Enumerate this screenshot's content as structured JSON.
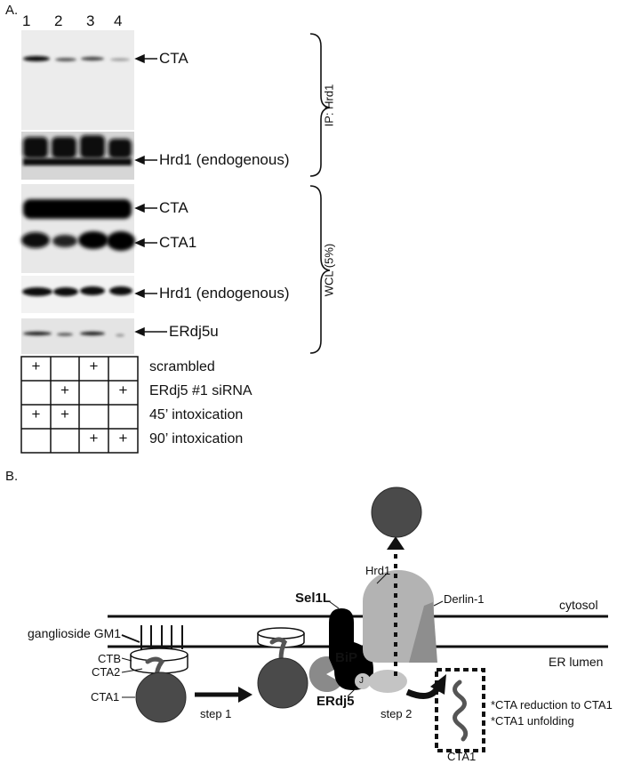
{
  "figure": {
    "panel_a_label": "A.",
    "panel_b_label": "B."
  },
  "panel_a": {
    "lane_numbers": [
      "1",
      "2",
      "3",
      "4"
    ],
    "blot_labels": {
      "cta_ip": "CTA",
      "hrd1_ip": "Hrd1 (endogenous)",
      "cta_wcl": "CTA",
      "cta1_wcl": "CTA1",
      "hrd1_wcl": "Hrd1 (endogenous)",
      "erdj5u": "ERdj5u"
    },
    "bracket_labels": {
      "ip": "IP: Hrd1",
      "wcl": "WCL (5%)"
    },
    "conditions": [
      {
        "label": "scrambled",
        "marks": [
          "+",
          "",
          "+",
          ""
        ]
      },
      {
        "label": "ERdj5 #1 siRNA",
        "marks": [
          "",
          "+",
          "",
          "+"
        ]
      },
      {
        "label": "45’ intoxication",
        "marks": [
          "+",
          "+",
          "",
          ""
        ]
      },
      {
        "label": "90’ intoxication",
        "marks": [
          "",
          "",
          "+",
          "+"
        ]
      }
    ]
  },
  "panel_b": {
    "labels": {
      "cytosol": "cytosol",
      "er_lumen": "ER lumen",
      "ganglioside": "ganglioside GM1",
      "ctb": "CTB",
      "cta2": "CTA2",
      "cta1_left": "CTA1",
      "hrd1": "Hrd1",
      "derlin": "Derlin-1",
      "sel1l": "Sel1L",
      "bip": "BiP",
      "j": "J",
      "erdj5": "ERdj5",
      "step1": "step 1",
      "step2": "step 2",
      "cta1_box": "CTA1",
      "note1": "*CTA reduction to CTA1",
      "note2": "*CTA1 unfolding"
    }
  }
}
